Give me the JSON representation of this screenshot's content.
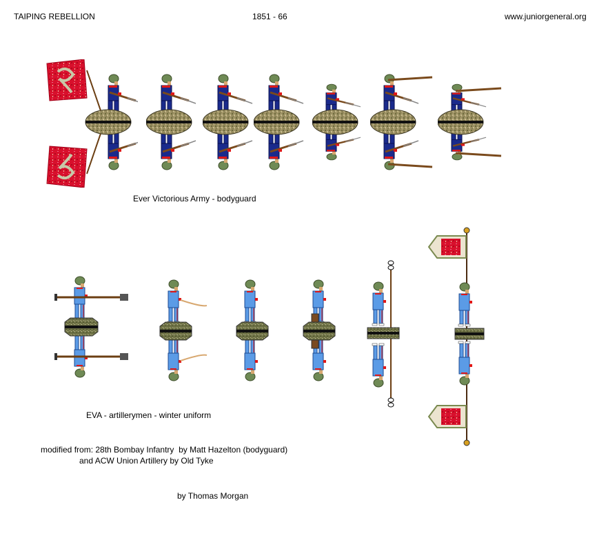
{
  "header": {
    "title": "TAIPING REBELLION",
    "dates": "1851 - 66",
    "website": "www.juniorgeneral.org"
  },
  "sections": [
    {
      "caption": "Ever Victorious Army - bodyguard",
      "uniform_color": "#1a2a8c",
      "figures": [
        {
          "pose": "standard-bearer",
          "has_flag": true
        },
        {
          "pose": "advancing-musket"
        },
        {
          "pose": "walking-musket"
        },
        {
          "pose": "standing-port-arms"
        },
        {
          "pose": "kneeling-musket"
        },
        {
          "pose": "standing-firing"
        },
        {
          "pose": "kneeling-firing"
        }
      ]
    },
    {
      "caption": "EVA - artillerymen - winter uniform",
      "uniform_color": "#5b9be6",
      "figures": [
        {
          "pose": "rammer"
        },
        {
          "pose": "lanyard"
        },
        {
          "pose": "pointing"
        },
        {
          "pose": "ammo-carrier"
        },
        {
          "pose": "sponge-staff"
        },
        {
          "pose": "standard-bearer",
          "has_flag": true
        }
      ]
    }
  ],
  "credits": {
    "line1": "modified from: 28th Bombay Infantry  by Matt Hazelton (bodyguard)",
    "line2": "and ACW Union Artillery by Old Tyke",
    "author": "by Thomas Morgan"
  },
  "colors": {
    "flag_red": "#d8102c",
    "turban": "#6f8a55",
    "base": "#9a8e62",
    "skin": "#d8a870",
    "trim_red": "#e01818"
  }
}
